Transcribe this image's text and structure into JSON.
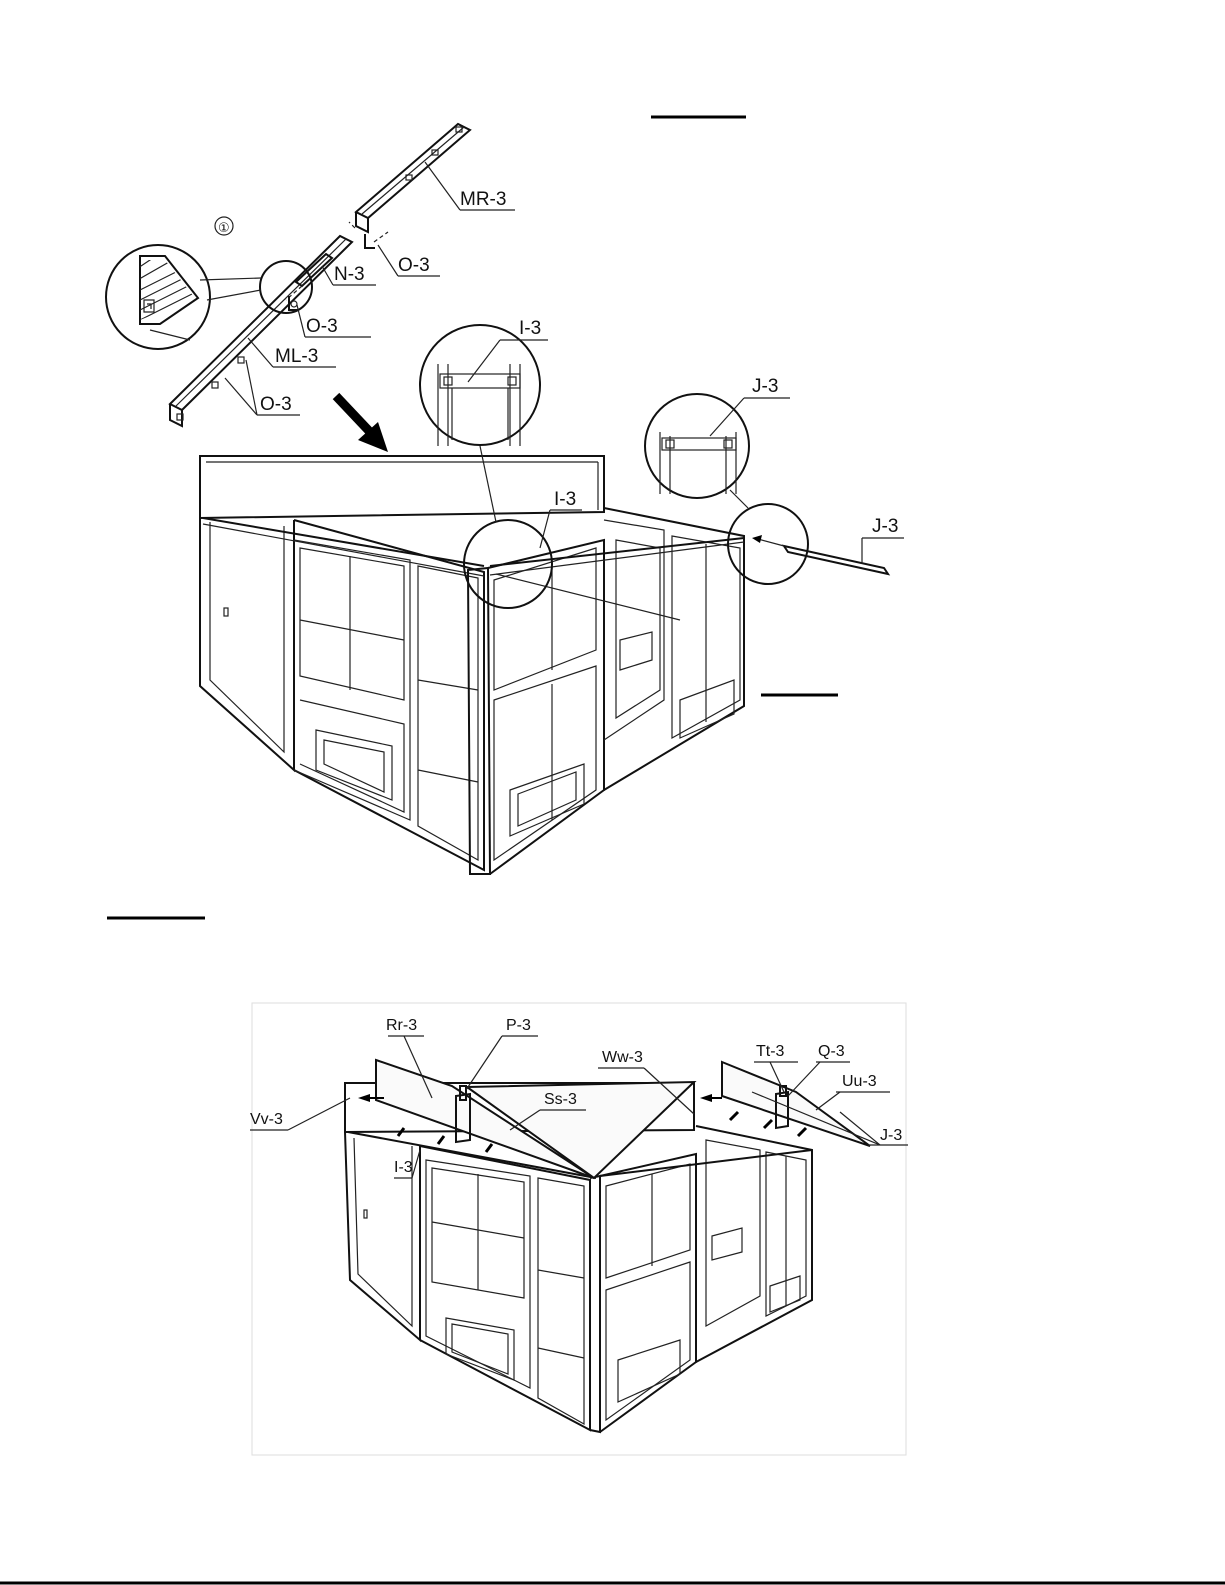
{
  "diagram": {
    "step_mark": "①",
    "upper_labels": {
      "mr": "MR-3",
      "o_top": "O-3",
      "n": "N-3",
      "o_mid": "O-3",
      "ml": "ML-3",
      "o_low": "O-3",
      "i_detail": "I-3",
      "i_main": "I-3",
      "j_detail": "J-3",
      "j_main": "J-3"
    },
    "lower_labels": {
      "rr": "Rr-3",
      "p": "P-3",
      "ww": "Ww-3",
      "tt": "Tt-3",
      "q": "Q-3",
      "uu": "Uu-3",
      "ss": "Ss-3",
      "vv": "Vv-3",
      "i": "I-3",
      "j": "J-3"
    }
  }
}
